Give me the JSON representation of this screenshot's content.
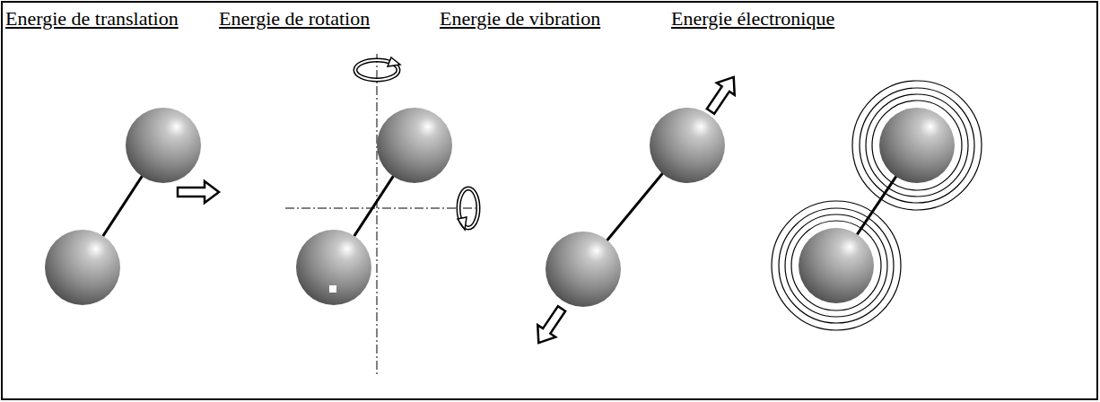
{
  "diagram": {
    "labels": [
      "Energie de translation",
      "Energie de rotation",
      "Energie de vibration",
      "Energie électronique"
    ]
  }
}
